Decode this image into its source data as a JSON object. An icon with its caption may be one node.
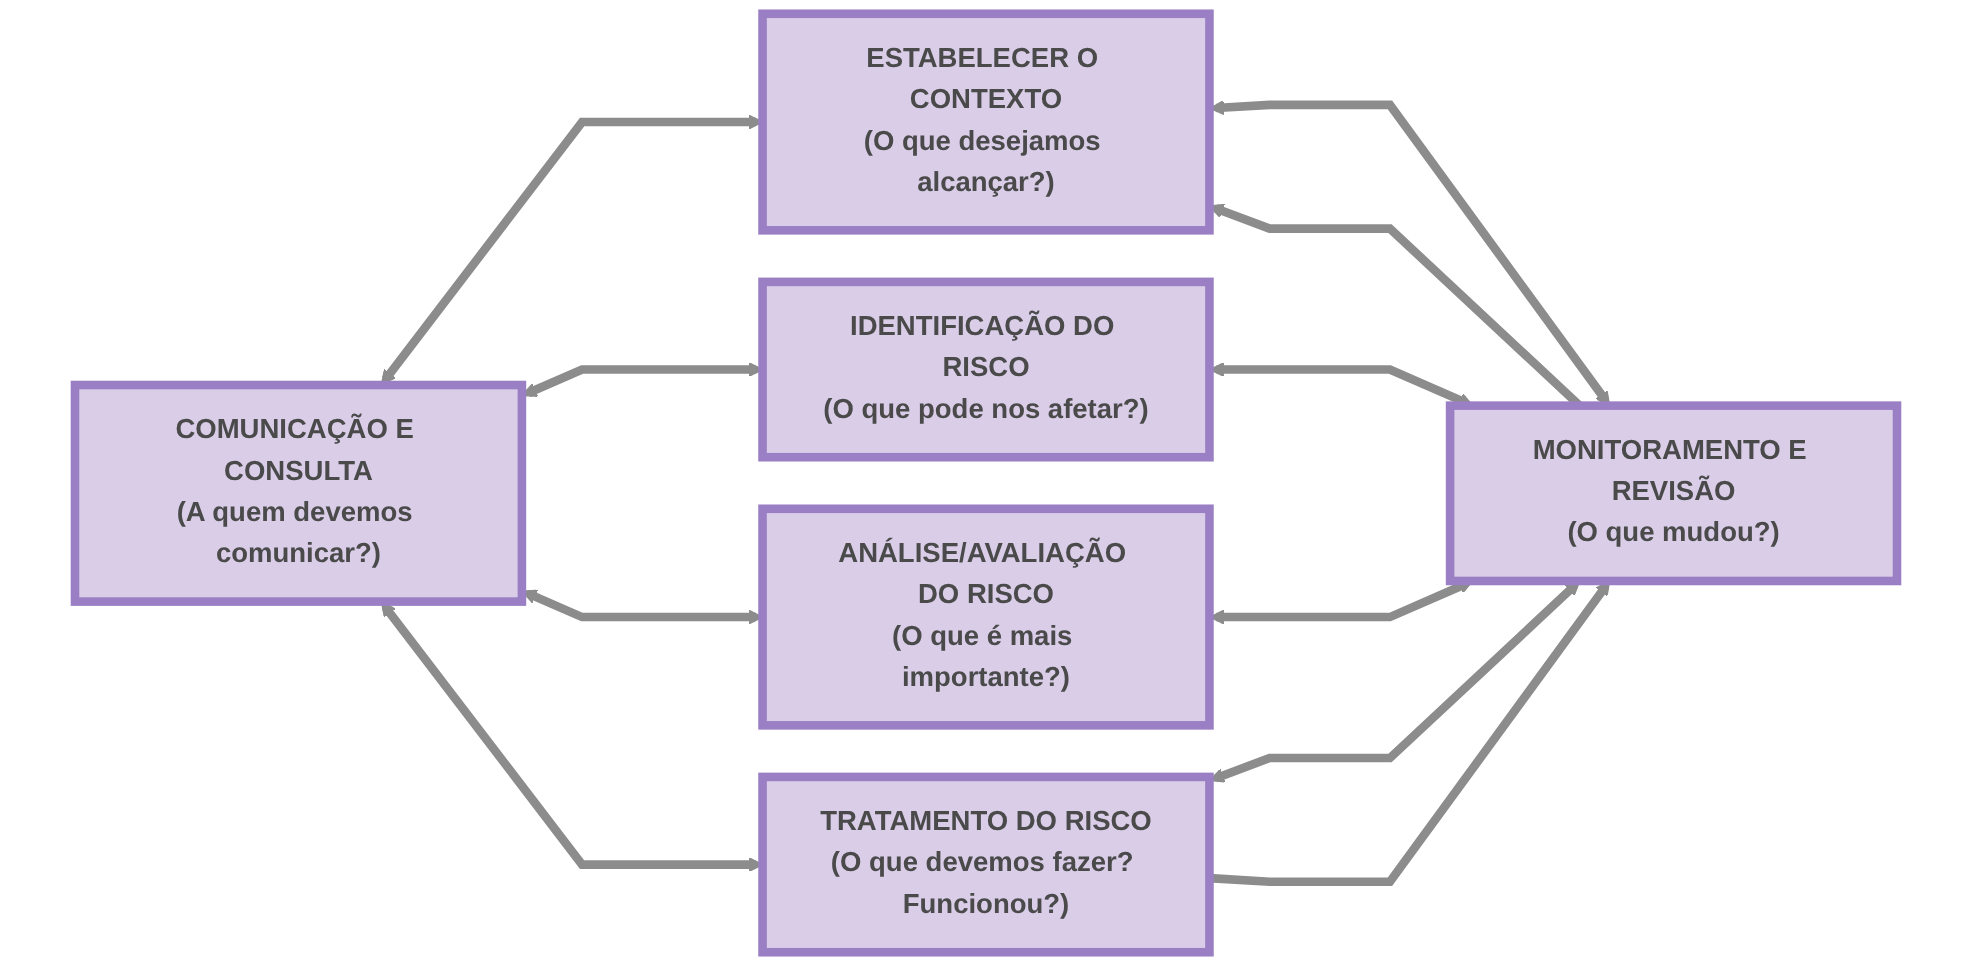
{
  "diagram": {
    "nodes": [
      {
        "text": [
          "COMUNICAÇÃO E CONSULTA",
          "(A quem devemos comunicar?)"
        ]
      },
      {
        "text": [
          "ESTABELECER O CONTEXTO",
          "(O que desejamos alcançar?)"
        ]
      },
      {
        "text": [
          "IDENTIFICAÇÃO DO RISCO",
          "(O que pode nos afetar?)"
        ]
      },
      {
        "text": [
          "ANÁLISE/AVALIAÇÃO DO RISCO",
          "(O que é mais importante?)"
        ]
      },
      {
        "text": [
          "TRATAMENTO DO RISCO",
          "(O que devemos fazer? Funcionou?)"
        ]
      },
      {
        "text": [
          "MONITORAMENTO E REVISÃO",
          "(O que mudou?)"
        ]
      }
    ],
    "edges": [
      {
        "from": 0,
        "to": 1,
        "arrow": "both"
      },
      {
        "from": 0,
        "to": 2,
        "arrow": "both"
      },
      {
        "from": 0,
        "to": 3,
        "arrow": "both"
      },
      {
        "from": 0,
        "to": 4,
        "arrow": "both"
      },
      {
        "from": 1,
        "to": 5,
        "arrow": "both"
      },
      {
        "from": 2,
        "to": 5,
        "arrow": "both"
      },
      {
        "from": 3,
        "to": 5,
        "arrow": "both"
      },
      {
        "from": 4,
        "to": 5,
        "arrow": "both"
      },
      {
        "from": 4,
        "to": 5,
        "arrow": "to"
      },
      {
        "from": 5,
        "to": 1,
        "arrow": "to"
      }
    ]
  }
}
